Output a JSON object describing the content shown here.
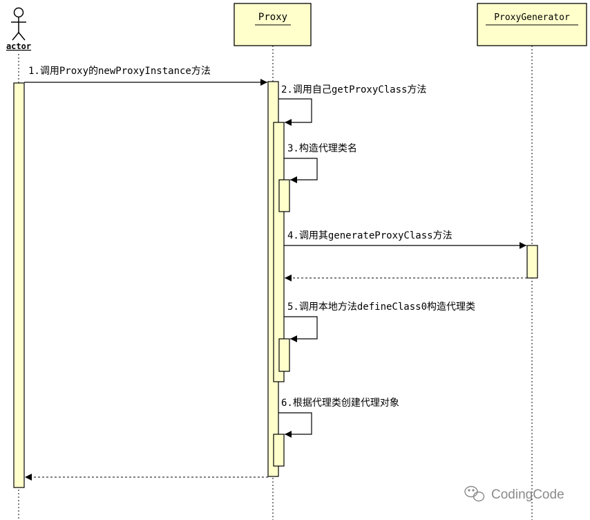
{
  "actor": {
    "label": "actor"
  },
  "participants": [
    {
      "key": "proxy",
      "label": "Proxy"
    },
    {
      "key": "generator",
      "label": "ProxyGenerator"
    }
  ],
  "messages": [
    {
      "label": "1.调用Proxy的newProxyInstance方法",
      "from": "actor",
      "to": "proxy",
      "type": "call"
    },
    {
      "label": "2.调用自己getProxyClass方法",
      "from": "proxy",
      "to": "proxy",
      "type": "self"
    },
    {
      "label": "3.构造代理类名",
      "from": "proxy",
      "to": "proxy",
      "type": "self"
    },
    {
      "label": "4.调用其generateProxyClass方法",
      "from": "proxy",
      "to": "generator",
      "type": "call"
    },
    {
      "label": "",
      "from": "generator",
      "to": "proxy",
      "type": "return"
    },
    {
      "label": "5.调用本地方法defineClass0构造代理类",
      "from": "proxy",
      "to": "proxy",
      "type": "self"
    },
    {
      "label": "6.根据代理类创建代理对象",
      "from": "proxy",
      "to": "proxy",
      "type": "self"
    },
    {
      "label": "",
      "from": "proxy",
      "to": "actor",
      "type": "return"
    }
  ],
  "watermark": {
    "text": "CodingCode",
    "icon": "wechat-icon"
  },
  "colors": {
    "activation_fill": "#ffffcc",
    "header_fill": "#ffffcc",
    "line": "#000000",
    "watermark": "#8a8a8a"
  }
}
